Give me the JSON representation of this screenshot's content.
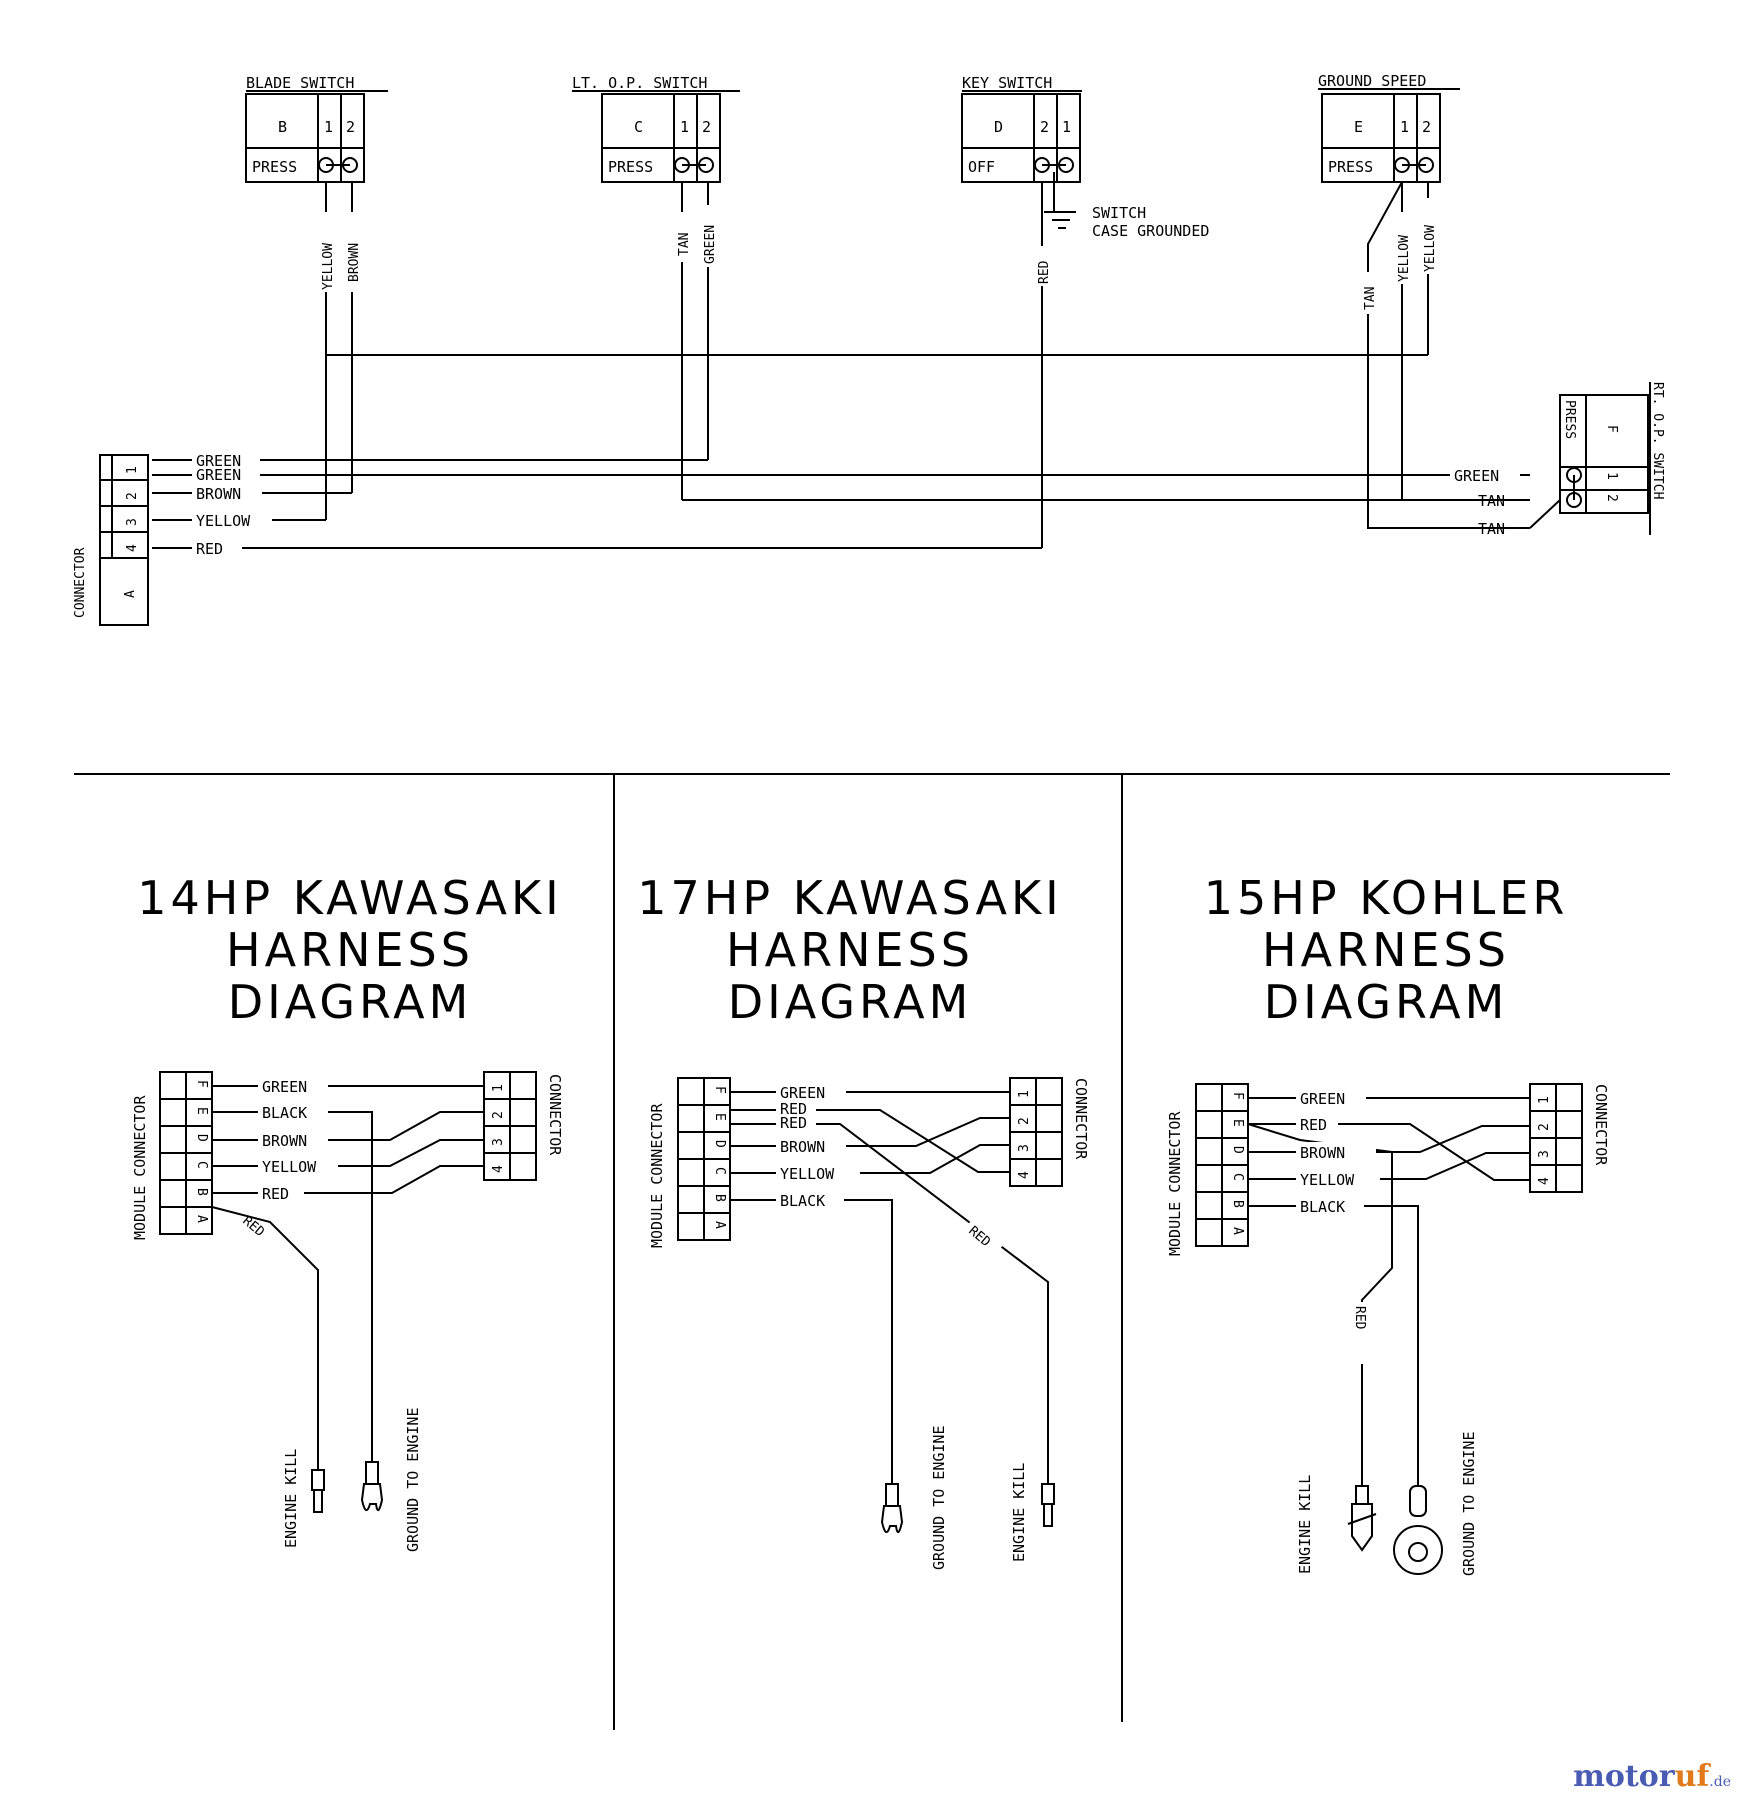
{
  "top": {
    "blade_switch": {
      "title": "BLADE SWITCH",
      "id": "B",
      "pin1": "1",
      "pin2": "2",
      "state": "PRESS"
    },
    "lt_op_switch": {
      "title": "LT. O.P. SWITCH",
      "id": "C",
      "pin1": "1",
      "pin2": "2",
      "state": "PRESS"
    },
    "key_switch": {
      "title": "KEY SWITCH",
      "id": "D",
      "pin1": "2",
      "pin2": "1",
      "state": "OFF"
    },
    "ground_speed": {
      "title": "GROUND SPEED",
      "id": "E",
      "pin1": "1",
      "pin2": "2",
      "state": "PRESS"
    },
    "rt_op_switch": {
      "title": "RT. O.P. SWITCH",
      "id": "F",
      "pin1": "1",
      "pin2": "2",
      "state": "PRESS"
    },
    "switch_case_1": "SWITCH",
    "switch_case_2": "CASE GROUNDED",
    "connector_a": {
      "label": "CONNECTOR",
      "id": "A",
      "pins": [
        "1",
        "2",
        "3",
        "4"
      ]
    },
    "wires": {
      "yellow": "YELLOW",
      "brown": "BROWN",
      "tan": "TAN",
      "green": "GREEN",
      "red": "RED"
    }
  },
  "panels": [
    {
      "title1": "14HP KAWASAKI",
      "title2": "HARNESS",
      "title3": "DIAGRAM",
      "module_label": "MODULE CONNECTOR",
      "module_pins": [
        "F",
        "E",
        "D",
        "C",
        "B",
        "A"
      ],
      "connector_label": "CONNECTOR",
      "connector_pins": [
        "1",
        "2",
        "3",
        "4"
      ],
      "wires": [
        "GREEN",
        "BLACK",
        "BROWN",
        "YELLOW",
        "RED"
      ],
      "red_label": "RED",
      "kill_label": "ENGINE KILL",
      "ground_label": "GROUND TO ENGINE"
    },
    {
      "title1": "17HP KAWASAKI",
      "title2": "HARNESS",
      "title3": "DIAGRAM",
      "module_label": "MODULE CONNECTOR",
      "module_pins": [
        "F",
        "E",
        "D",
        "C",
        "B",
        "A"
      ],
      "connector_label": "CONNECTOR",
      "connector_pins": [
        "1",
        "2",
        "3",
        "4"
      ],
      "wires": [
        "GREEN",
        "RED",
        "RED",
        "BROWN",
        "YELLOW",
        "BLACK"
      ],
      "red_label": "RED",
      "kill_label": "ENGINE KILL",
      "ground_label": "GROUND TO ENGINE"
    },
    {
      "title1": "15HP KOHLER",
      "title2": "HARNESS",
      "title3": "DIAGRAM",
      "module_label": "MODULE CONNECTOR",
      "module_pins": [
        "F",
        "E",
        "D",
        "C",
        "B",
        "A"
      ],
      "connector_label": "CONNECTOR",
      "connector_pins": [
        "1",
        "2",
        "3",
        "4"
      ],
      "wires": [
        "GREEN",
        "RED",
        "BROWN",
        "YELLOW",
        "BLACK"
      ],
      "red_label": "RED",
      "kill_label": "ENGINE KILL",
      "ground_label": "GROUND TO ENGINE"
    }
  ],
  "brand": {
    "part1": "motor",
    "part2": "uf",
    "part3": ".de"
  }
}
